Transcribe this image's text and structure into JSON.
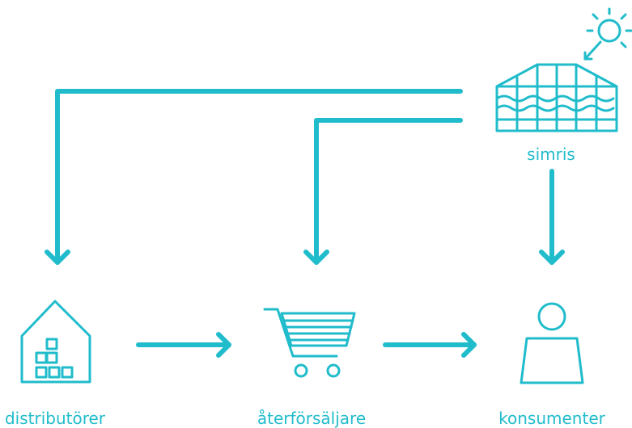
{
  "colors": {
    "accent": "#21bccb",
    "background": "#ffffff"
  },
  "nodes": {
    "simris": {
      "label": "simris",
      "icon": "greenhouse-icon"
    },
    "distributors": {
      "label": "distributörer",
      "icon": "warehouse-icon"
    },
    "retailers": {
      "label": "återförsäljare",
      "icon": "shopping-cart-icon"
    },
    "consumers": {
      "label": "konsumenter",
      "icon": "person-icon"
    }
  },
  "decorations": {
    "sun": {
      "icon": "sun-icon"
    }
  },
  "edges": [
    {
      "from": "simris",
      "to": "distributors"
    },
    {
      "from": "simris",
      "to": "retailers"
    },
    {
      "from": "simris",
      "to": "consumers"
    },
    {
      "from": "distributors",
      "to": "retailers"
    },
    {
      "from": "retailers",
      "to": "consumers"
    }
  ]
}
